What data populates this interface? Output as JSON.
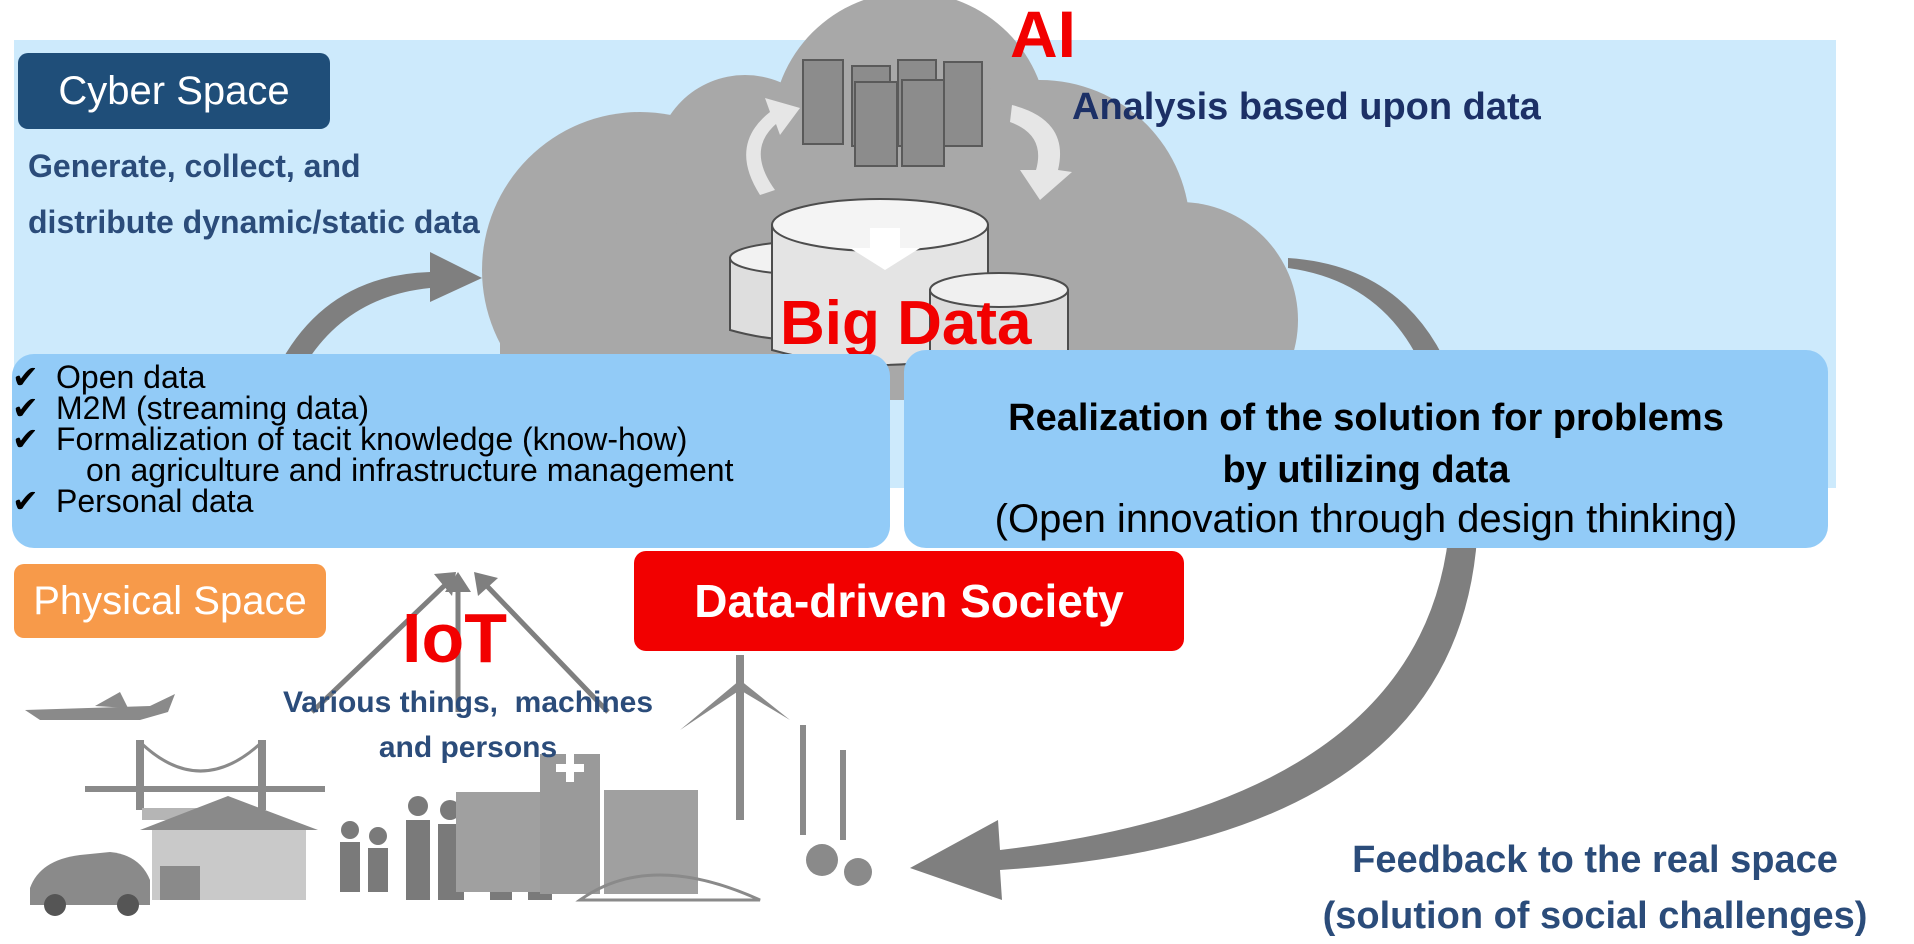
{
  "cyber_space": {
    "label": "Cyber Space",
    "description_line1": "Generate, collect, and",
    "description_line2": "distribute dynamic/static data"
  },
  "ai": {
    "label": "AI",
    "description": "Analysis based upon data"
  },
  "big_data": {
    "label": "Big Data"
  },
  "data_sources": {
    "items": [
      {
        "check": "✔",
        "text": "Open data"
      },
      {
        "check": "✔",
        "text": "M2M (streaming data)"
      },
      {
        "check": "✔",
        "text": "Formalization of tacit knowledge (know-how)",
        "continuation": "on agriculture and infrastructure management"
      },
      {
        "check": "✔",
        "text": "Personal data"
      }
    ]
  },
  "solution": {
    "title_line1": "Realization of the solution for problems",
    "title_line2": "by utilizing data",
    "subtitle": "(Open innovation through design thinking)"
  },
  "physical_space": {
    "label": "Physical Space"
  },
  "society": {
    "label": "Data-driven Society"
  },
  "iot": {
    "label": "IoT",
    "description_line1": "Various things,  machines",
    "description_line2": "and persons"
  },
  "feedback": {
    "line1": "Feedback to the real space",
    "line2": "(solution of social challenges)"
  },
  "colors": {
    "cyber_background": "#cdeafc",
    "cyber_label": "#1f4e79",
    "physical_label": "#f79a4a",
    "accent_red": "#f20000",
    "panel_blue": "#92cbf7",
    "cloud_gray": "#a6a6a6",
    "heading_navy": "#2b4c7a"
  }
}
